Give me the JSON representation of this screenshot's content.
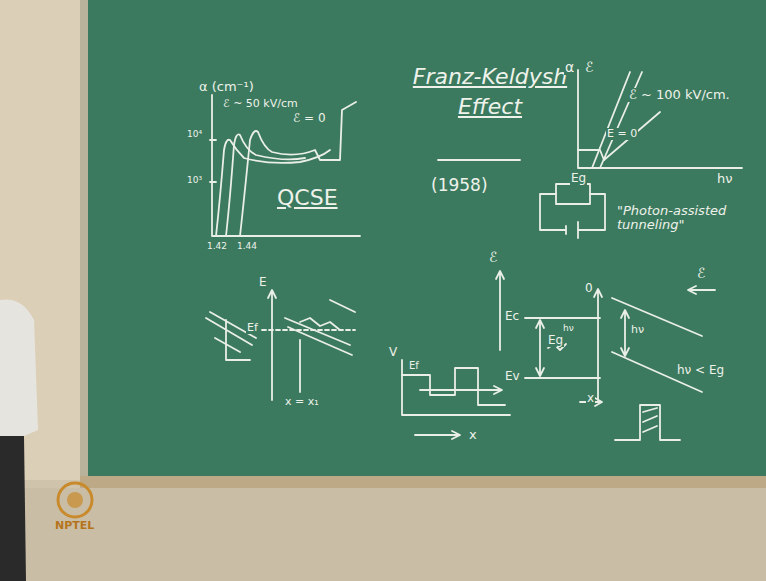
{
  "diagram": {
    "title": "Franz-Keldysh Effect",
    "labels": [
      "α (cm⁻¹)",
      "ℰ ~ 50 kV/cm",
      "ℰ = 0",
      "10⁴",
      "10³",
      "1.42",
      "1.44",
      "QCSE",
      "(1958)",
      "α",
      "ℰ",
      "ℰ ~ 100 kV/cm.",
      "E = 0",
      "Eg",
      "hν",
      "\"Photon-assisted tunneling\"",
      "E",
      "Ef",
      "x = x₁",
      "V",
      "Ef",
      "x",
      "ℰ",
      "Ec",
      "Eg",
      "hν",
      "Ev",
      "0",
      "hν",
      "ℰ",
      "hν < Eg",
      "x",
      "NPTEL"
    ]
  }
}
